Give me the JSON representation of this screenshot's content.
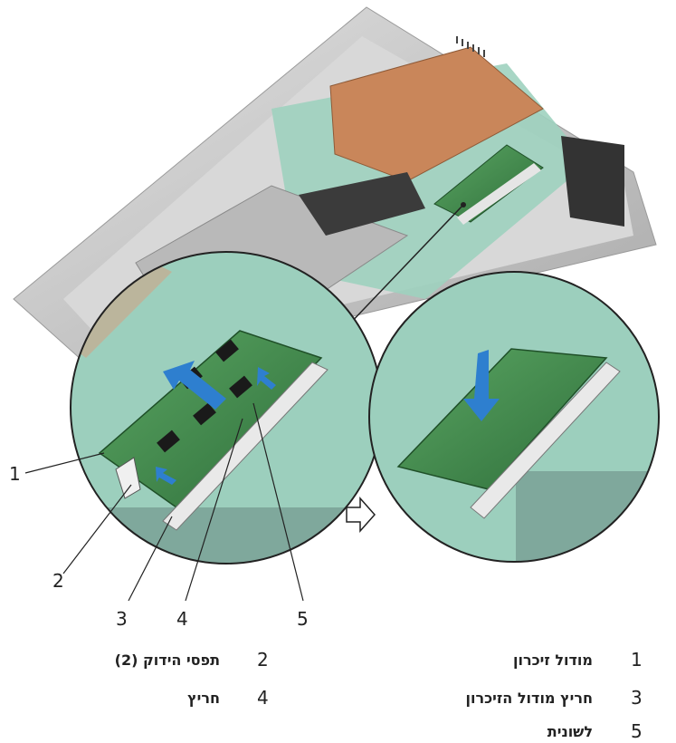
{
  "figure": {
    "callouts": [
      "1",
      "2",
      "3",
      "4",
      "5"
    ]
  },
  "legend": [
    {
      "num": "1",
      "text": "מודול זיכרון"
    },
    {
      "num": "2",
      "text": "תפסי הידוק (2)"
    },
    {
      "num": "3",
      "text": "חריץ מודול הזיכרון"
    },
    {
      "num": "4",
      "text": "חריץ"
    },
    {
      "num": "5",
      "text": "לשונית"
    }
  ],
  "colors": {
    "chassis": "#c9c9c9",
    "board": "#8fc9b8",
    "copper": "#c9865a",
    "ram": "#3f8a4a",
    "arrow": "#2e7fcf"
  }
}
